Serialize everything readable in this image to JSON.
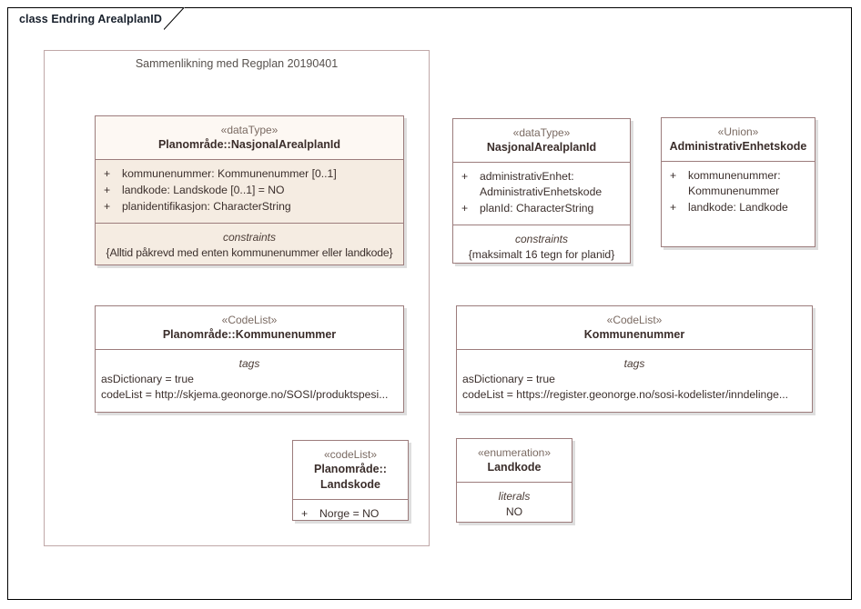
{
  "diagram": {
    "tab_label": "class Endring ArealplanID",
    "package_title": "Sammenlikning med Regplan 20190401",
    "colors": {
      "frame_border": "#000000",
      "package_border": "#c0a8a8",
      "class_border": "#9c7c7c",
      "class_fill_white": "#ffffff",
      "class_fill_cream": "#f5ece2",
      "class_head_cream": "#fdf8f3",
      "shadow": "#dedede",
      "text": "#3b2f2c",
      "stereotype_text": "#7a6a62",
      "title_text": "#56504c"
    }
  },
  "classes": {
    "planomrade_nasjonalarealplanid": {
      "stereotype": "«dataType»",
      "name": "Planområde::NasjonalArealplanId",
      "attributes": [
        {
          "visibility": "+",
          "text": "kommunenummer: Kommunenummer [0..1]"
        },
        {
          "visibility": "+",
          "text": "landkode: Landskode [0..1] = NO"
        },
        {
          "visibility": "+",
          "text": "planidentifikasjon: CharacterString"
        }
      ],
      "constraints_title": "constraints",
      "constraints": [
        "{Alltid påkrevd med enten kommunenummer eller landkode}"
      ]
    },
    "nasjonalarealplanid": {
      "stereotype": "«dataType»",
      "name": "NasjonalArealplanId",
      "attributes": [
        {
          "visibility": "+",
          "text": "administrativEnhet: AdministrativEnhetskode"
        },
        {
          "visibility": "+",
          "text": "planId: CharacterString"
        }
      ],
      "constraints_title": "constraints",
      "constraints": [
        "{maksimalt 16 tegn for planid}"
      ]
    },
    "administrativenhetskode": {
      "stereotype": "«Union»",
      "name": "AdministrativEnhetskode",
      "attributes": [
        {
          "visibility": "+",
          "text": "kommunenummer: Kommunenummer"
        },
        {
          "visibility": "+",
          "text": "landkode: Landkode"
        }
      ]
    },
    "planomrade_kommunenummer": {
      "stereotype": "«CodeList»",
      "name": "Planområde::Kommunenummer",
      "tags_title": "tags",
      "tags": [
        "asDictionary = true",
        "codeList = http://skjema.geonorge.no/SOSI/produktspesi..."
      ]
    },
    "kommunenummer": {
      "stereotype": "«CodeList»",
      "name": "Kommunenummer",
      "tags_title": "tags",
      "tags": [
        "asDictionary = true",
        "codeList = https://register.geonorge.no/sosi-kodelister/inndelinge..."
      ]
    },
    "planomrade_landskode": {
      "stereotype": "«codeList»",
      "name_line1": "Planområde::",
      "name_line2": "Landskode",
      "attributes": [
        {
          "visibility": "+",
          "text": "Norge = NO"
        }
      ]
    },
    "landkode_enumeration": {
      "stereotype": "«enumeration»",
      "name": "Landkode",
      "literals_title": "literals",
      "literals": [
        "NO"
      ]
    }
  }
}
